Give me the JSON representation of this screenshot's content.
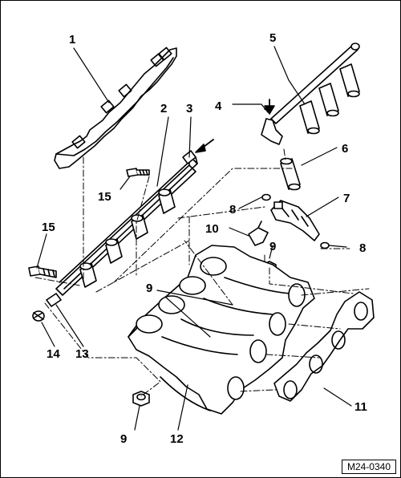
{
  "callouts": [
    "1",
    "2",
    "3",
    "4",
    "5",
    "6",
    "7",
    "8",
    "8",
    "9",
    "9",
    "9",
    "10",
    "11",
    "12",
    "13",
    "14",
    "15",
    "15"
  ],
  "reference": "M24-0340"
}
